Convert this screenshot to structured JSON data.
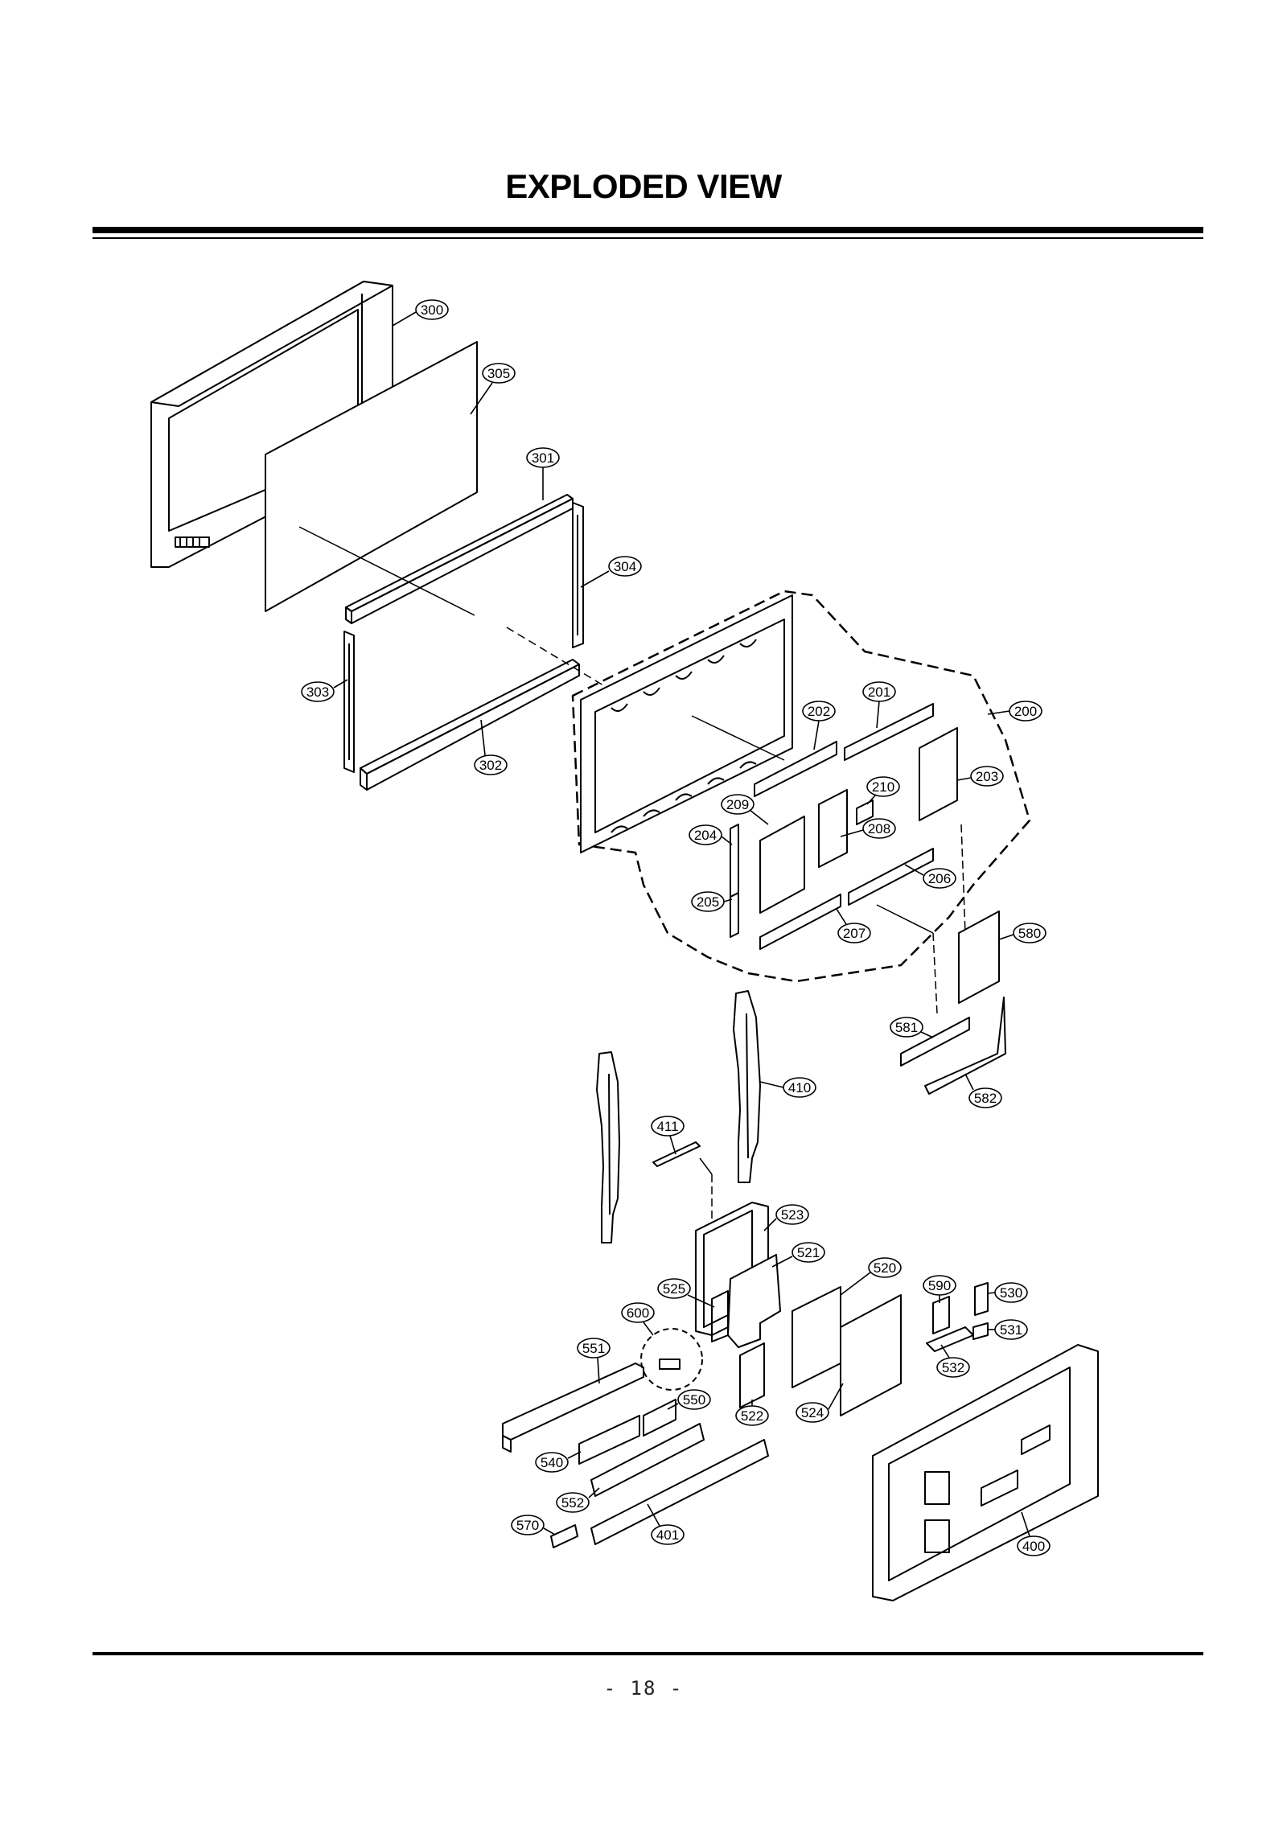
{
  "header": {
    "title": "EXPLODED VIEW"
  },
  "footer": {
    "page_number": "- 18 -"
  },
  "part_labels": [
    "300",
    "305",
    "301",
    "304",
    "303",
    "302",
    "200",
    "201",
    "202",
    "203",
    "210",
    "209",
    "208",
    "204",
    "206",
    "205",
    "207",
    "580",
    "581",
    "582",
    "410",
    "411",
    "523",
    "521",
    "520",
    "525",
    "600",
    "590",
    "530",
    "531",
    "551",
    "532",
    "550",
    "522",
    "524",
    "540",
    "552",
    "570",
    "401",
    "400"
  ]
}
